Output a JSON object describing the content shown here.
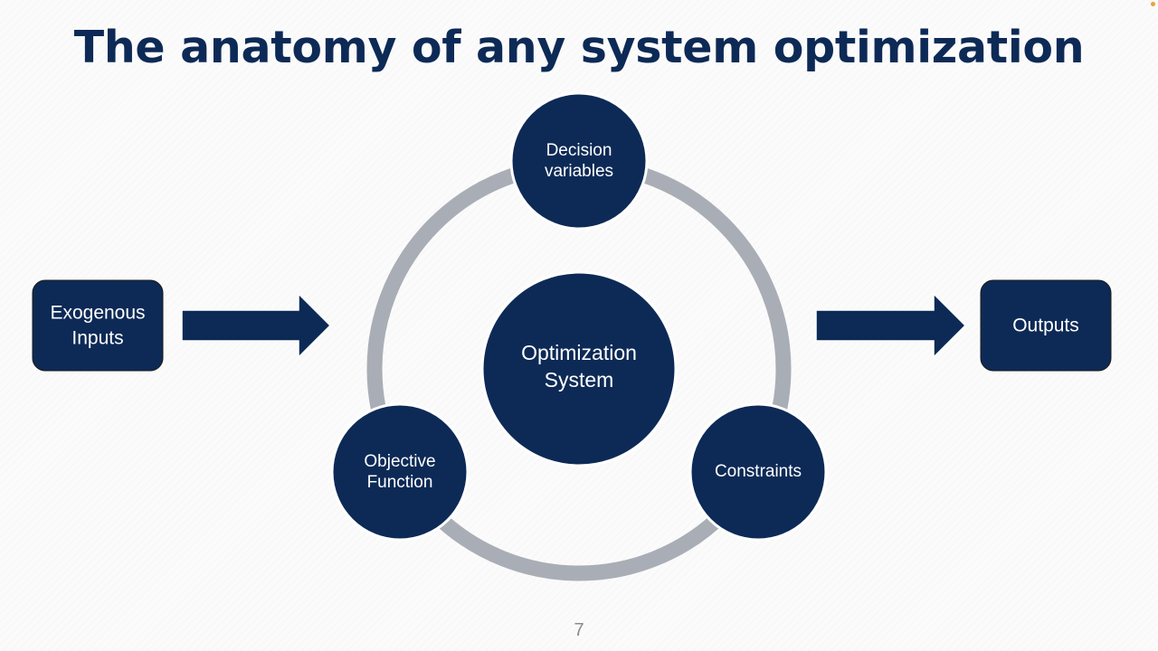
{
  "slide": {
    "title": "The anatomy of any system optimization",
    "page_number": "7"
  },
  "diagram": {
    "center": {
      "line1": "Optimization",
      "line2": "System"
    },
    "nodes": {
      "decision": {
        "line1": "Decision",
        "line2": "variables"
      },
      "objective": {
        "line1": "Objective",
        "line2": "Function"
      },
      "constraints": {
        "line1": "Constraints"
      }
    },
    "input_box": {
      "line1": "Exogenous",
      "line2": "Inputs"
    },
    "output_box": {
      "line1": "Outputs"
    }
  },
  "colors": {
    "navy": "#0d2a56",
    "ring": "#a9aeb6",
    "title": "#0d2a56"
  }
}
